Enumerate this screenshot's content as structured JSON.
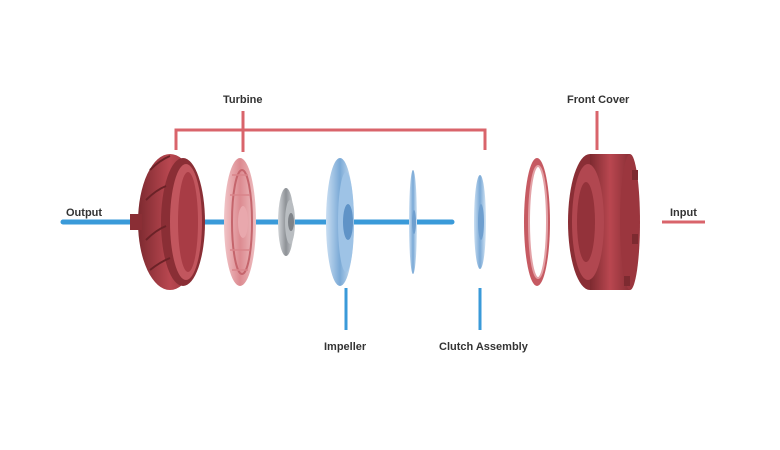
{
  "labels": {
    "turbine": "Turbine",
    "front_cover": "Front Cover",
    "output": "Output",
    "input": "Input",
    "impeller": "Impeller",
    "clutch_assembly": "Clutch Assembly"
  },
  "colors": {
    "red_line": "#d9646b",
    "blue_line": "#3a9ad9",
    "housing_dark": "#8f2f36",
    "housing_mid": "#b5424b",
    "housing_light": "#d97a80",
    "blue_part": "#8ab8e0",
    "grey_part": "#a5a9ae",
    "text": "#333333"
  }
}
